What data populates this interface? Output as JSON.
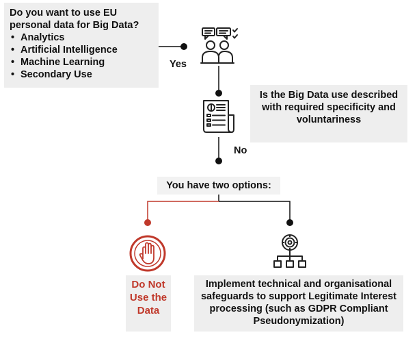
{
  "question1": {
    "text": "Do you want to use EU personal data for Big Data?",
    "items": [
      "Analytics",
      "Artificial Intelligence",
      "Machine Learning",
      "Secondary Use"
    ]
  },
  "yes_label": "Yes",
  "question2": {
    "text": "Is the Big Data use described with required specificity and voluntariness"
  },
  "no_label": "No",
  "options_label": "You have two options:",
  "option_left": {
    "text": "Do Not Use the Data",
    "color": "#c0392b"
  },
  "option_right": {
    "text": "Implement technical and organisational safeguards to support Legitimate Interest processing (such as GDPR Compliant Pseudonymization)"
  },
  "icons": [
    "conversation-people-icon",
    "newspaper-document-icon",
    "stop-hand-icon",
    "hierarchy-network-icon"
  ],
  "colors": {
    "accent_red": "#c0392b",
    "line": "#111111",
    "box_bg": "#eeeeee"
  }
}
